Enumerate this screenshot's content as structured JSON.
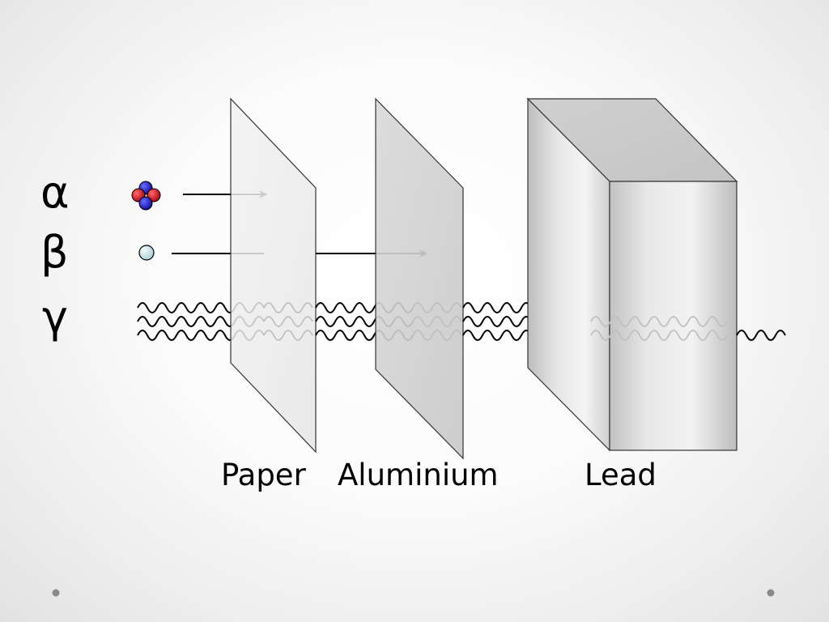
{
  "radiation": {
    "alpha": "α",
    "beta": "β",
    "gamma": "γ"
  },
  "materials": {
    "paper": "Paper",
    "aluminium": "Aluminium",
    "lead": "Lead"
  },
  "colors": {
    "proton": "#d0021b",
    "neutron": "#1a1ad6",
    "electron": "#cfe6ea"
  }
}
